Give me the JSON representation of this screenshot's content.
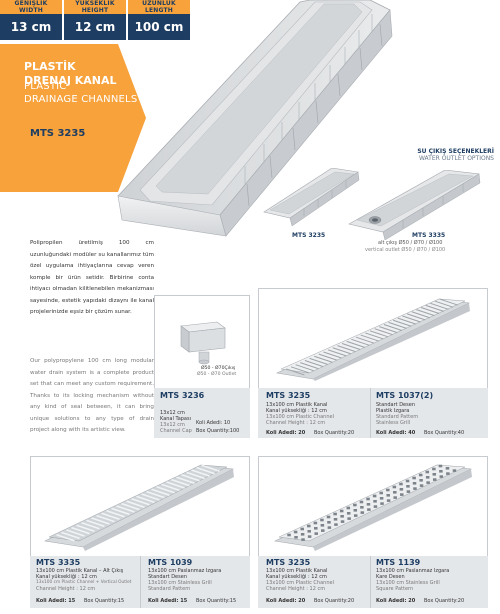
{
  "dimensions": [
    {
      "label_tr": "GENİŞLİK",
      "label_en": "WIDTH",
      "value": "13 cm"
    },
    {
      "label_tr": "YÜKSEKLİK",
      "label_en": "HEIGHT",
      "value": "12 cm"
    },
    {
      "label_tr": "UZUNLUK",
      "label_en": "LENGTH",
      "value": "100 cm"
    }
  ],
  "banner": {
    "title_tr_1": "PLASTİK",
    "title_tr_2": "DRENAJ KANAL",
    "title_en_1": "PLASTIC",
    "title_en_2": "DRAINAGE CHANNELS",
    "model": "MTS 3235"
  },
  "outlet": {
    "title_tr": "SU ÇIKIŞ SEÇENEKLERİ",
    "title_en": "WATER OUTLET OPTIONS",
    "item1": {
      "label": "MTS 3235"
    },
    "item2": {
      "label": "MTS 3335",
      "sub_tr": "alt çıkış Ø50 / Ø70 / Ø100",
      "sub_en": "vertical outlet Ø50 / Ø70 / Ø100"
    }
  },
  "description": {
    "tr": "Polipropilen üretilmiş 100 cm uzunluğundaki modüler su kanallarımız tüm özel uygulama ihtiyaçlarına cevap veren komple bir ürün setidir. Birbirine conta ihtiyacı olmadan kilitlenebilen mekanizması sayesinde, estetik yapıdaki dizaynı ile kanal projelerinizde eşsiz bir çözüm sunar.",
    "en": "Our polypropylene 100 cm long modular water drain system is a complete product set that can meet any custom requirement. Thanks to its locking mechanism without any kind of seal between, it can bring unique solutions to any type of drain project along with its artistic view."
  },
  "products": {
    "p3236": {
      "outlet_label_1": "Ø50 - Ø70Çıkış",
      "outlet_label_2": "Ø50 - Ø70 Outlet",
      "title": "MTS 3236",
      "l1": "13x12 cm",
      "l2": "Kanal Tapası",
      "l3": "13x12 cm",
      "l4": "Channel Cap",
      "qty": "Koli Adedi: 10",
      "qty_en": "Box Quantity:100"
    },
    "p3235": {
      "title": "MTS 3235",
      "l1": "13x100 cm Plastik Kanal",
      "l2": "Kanal yüksekliği : 12 cm",
      "l3": "13x100 cm Plastic Channel",
      "l4": "Channel Height : 12 cm",
      "qty": "Koli Adedi: 20",
      "qty_en": "Box Quantity:20"
    },
    "p1037": {
      "title": "MTS 1037(2)",
      "l1": "Standart Desen",
      "l2": "Plastik Izgara",
      "l3": "Standard Pattern",
      "l4": "Stainless Grill",
      "qty": "Koli Adedi: 40",
      "qty_en": "Box Quantity:40"
    },
    "p3335": {
      "title": "MTS 3335",
      "l1": "13x100 cm Plastik Kanal – Alt Çıkış",
      "l2": "Kanal yüksekliği : 12 cm",
      "l3": "13x100 cm Plastic Channel + Vertical Outlet",
      "l4": "Channel Height : 12 cm",
      "qty": "Koli Adedi: 15",
      "qty_en": "Box Quantity:15"
    },
    "p1039": {
      "title": "MTS 1039",
      "l1": "13x100 cm Paslanmaz Izgara",
      "l2": "Standart Desen",
      "l3": "13x100 cm Stainless Grill",
      "l4": "Standard Pattern",
      "qty": "Koli Adedi: 15",
      "qty_en": "Box Quantity:15"
    },
    "p3235b": {
      "title": "MTS 3235",
      "l1": "13x100 cm Plastik Kanal",
      "l2": "Kanal yüksekliği : 12 cm",
      "l3": "13x100 cm Plastic Channel",
      "l4": "Channel Height : 12 cm",
      "qty": "Koli Adedi: 20",
      "qty_en": "Box Quantity:20"
    },
    "p1139": {
      "title": "MTS 1139",
      "l1": "13x100 cm Paslanmaz Izgara",
      "l2": "Kare Desen",
      "l3": "13x100 cm Stainless Grill",
      "l4": "Square Pattern",
      "qty": "Koli Adedi: 20",
      "qty_en": "Box Quantity:20"
    }
  },
  "colors": {
    "navy": "#1d3d62",
    "orange": "#f7a23b",
    "grey_panel": "#e4e7ea"
  }
}
